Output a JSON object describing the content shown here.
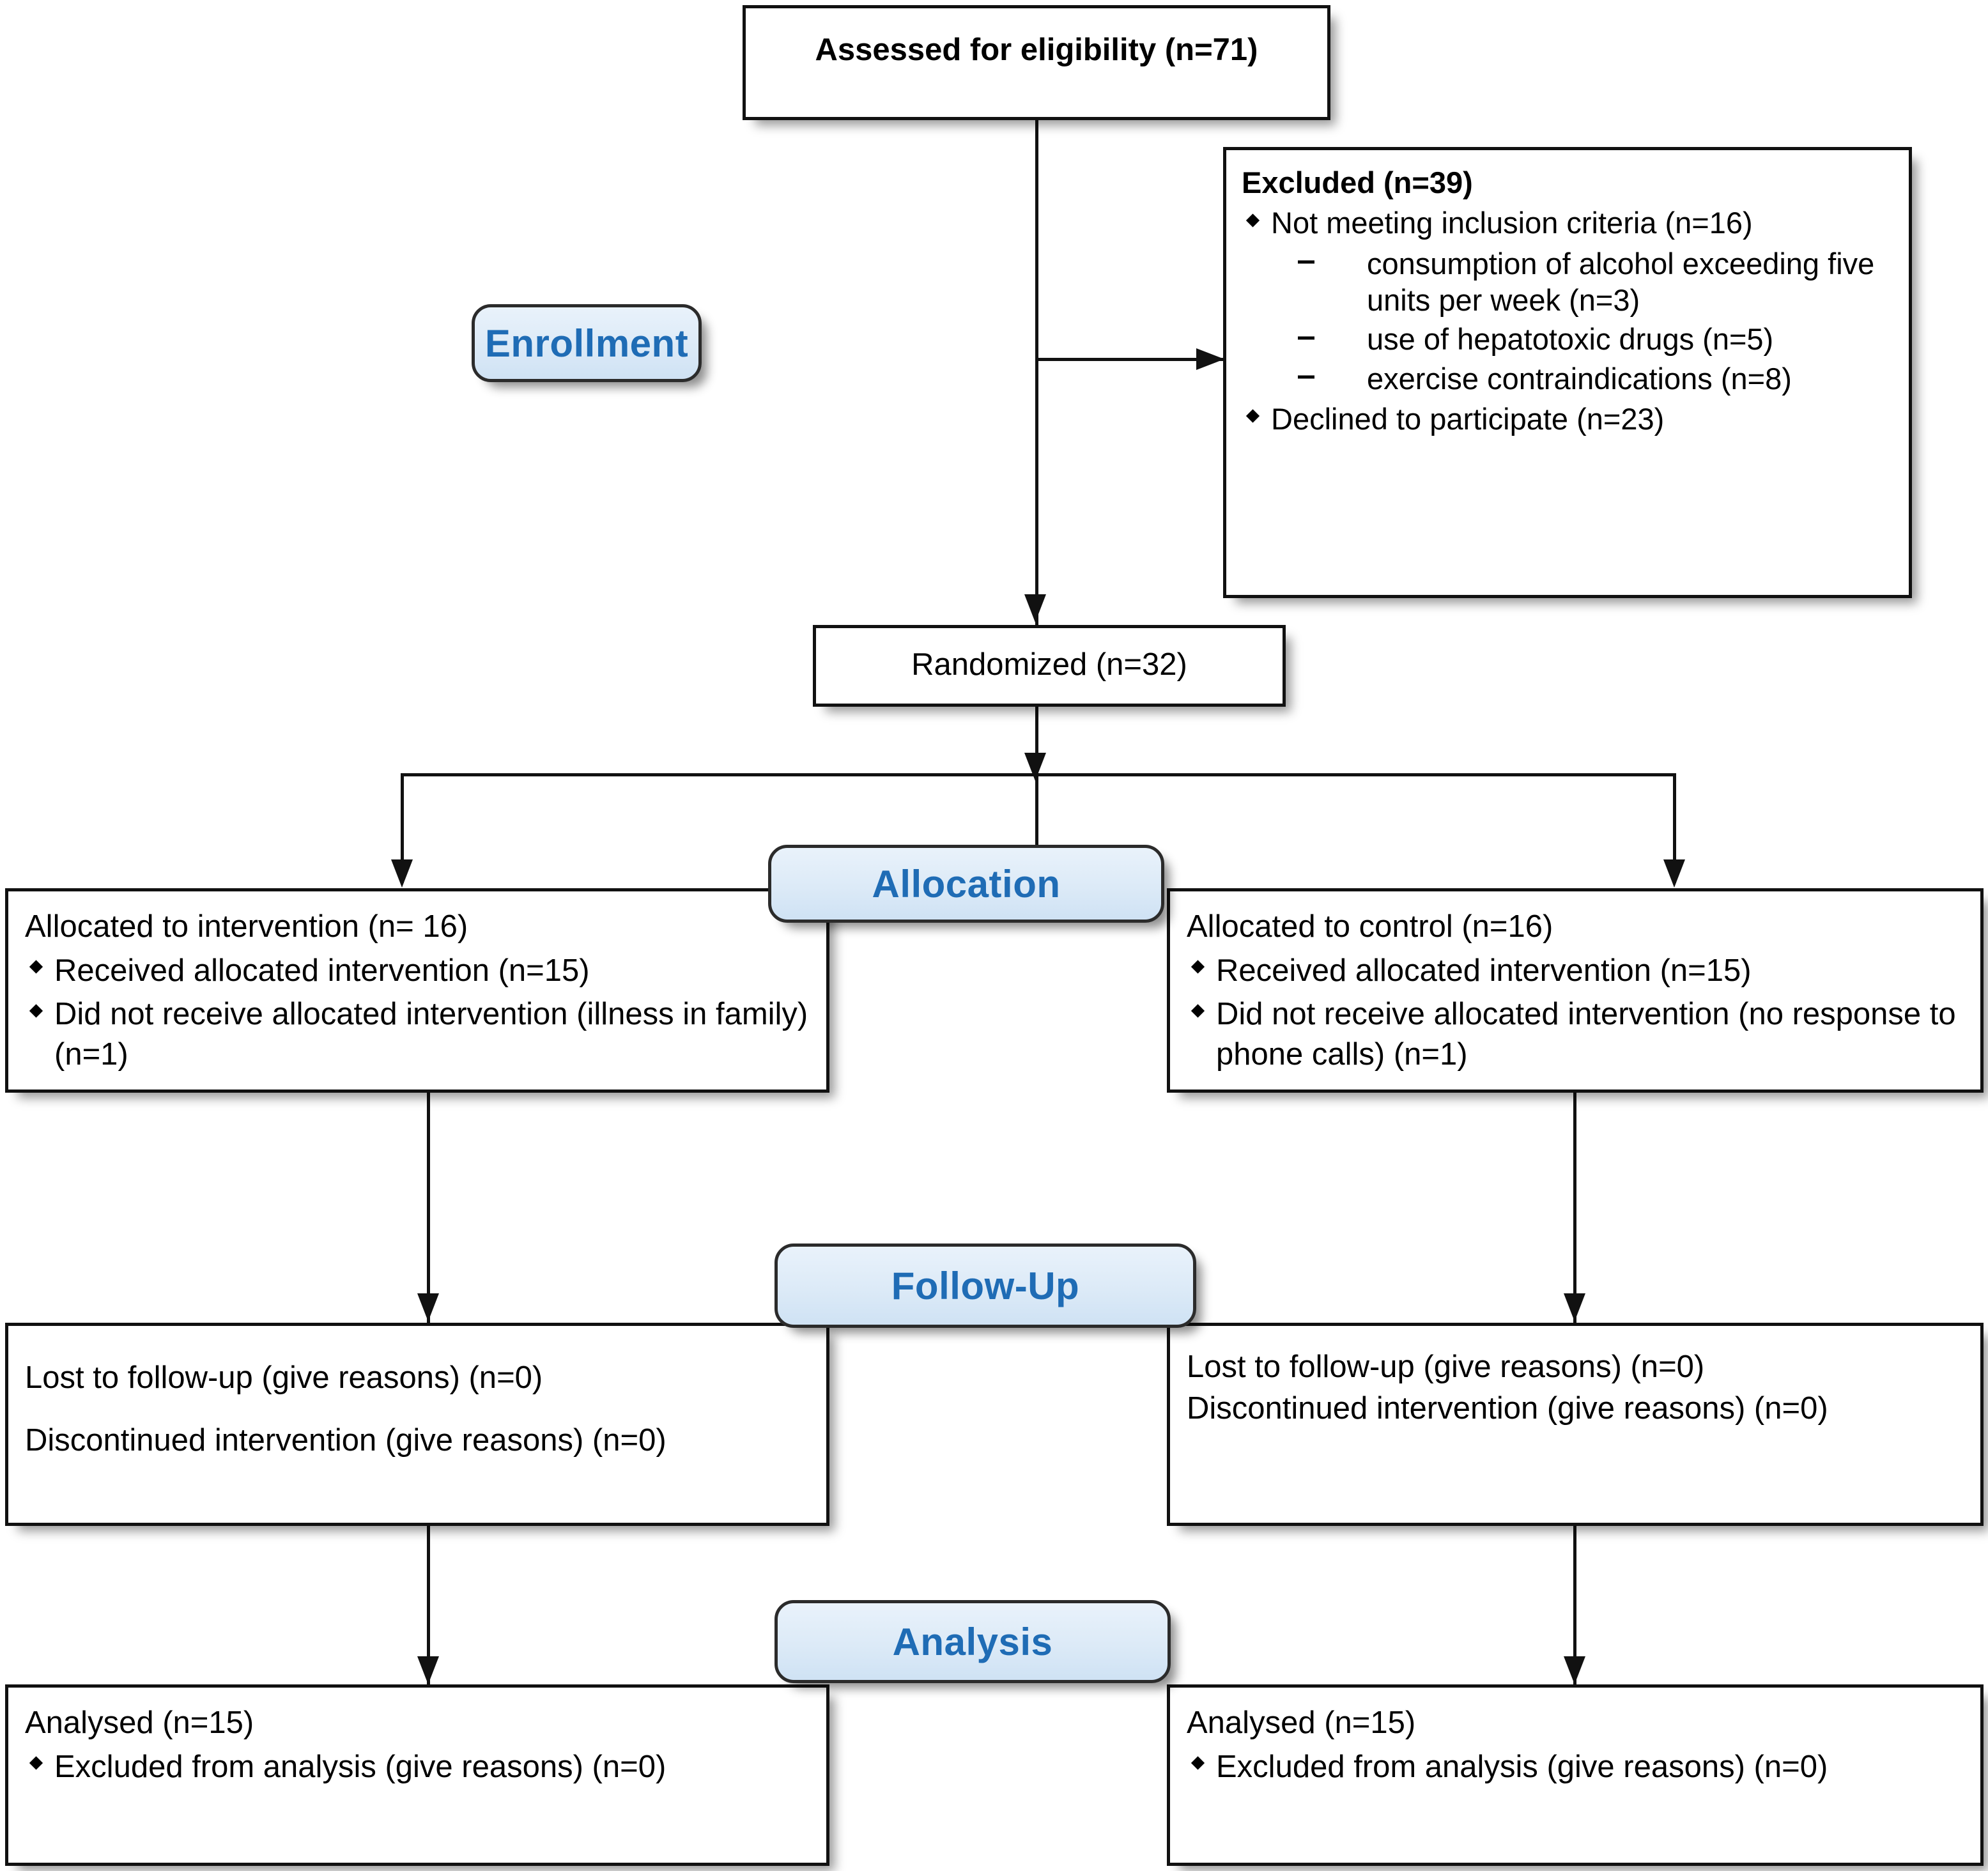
{
  "diagram": {
    "title": "CONSORT participant flow diagram",
    "accent_color": "#1f6cb5",
    "badge_fill": "#dceaf7",
    "line_color": "#111111"
  },
  "stages": {
    "enrollment": "Enrollment",
    "allocation": "Allocation",
    "followup": "Follow-Up",
    "analysis": "Analysis"
  },
  "enrollment": {
    "assessed": "Assessed  for eligibility (n=71)",
    "excluded_title": "Excluded (n=39)",
    "excluded_reasons": [
      "Not meeting inclusion criteria (n=16)",
      "Declined to participate (n=23)"
    ],
    "excluded_sub_reasons": [
      "consumption of alcohol exceeding five units per week (n=3)",
      "use of hepatotoxic drugs (n=5)",
      "exercise contraindications (n=8)"
    ],
    "randomized": "Randomized (n=32)"
  },
  "allocation": {
    "left": {
      "heading": "Allocated to intervention (n= 16)",
      "items": [
        "Received  allocated intervention (n=15)",
        "Did not receive allocated intervention (illness in family) (n=1)"
      ]
    },
    "right": {
      "heading": "Allocated to control (n=16)",
      "items": [
        "Received  allocated intervention (n=15)",
        "Did not receive allocated intervention (no response to phone calls) (n=1)"
      ]
    }
  },
  "followup": {
    "left": {
      "lost": "Lost to follow-up (give reasons) (n=0)",
      "discontinued": "Discontinued intervention (give reasons) (n=0)"
    },
    "right": {
      "lost": "Lost to follow-up (give reasons) (n=0)",
      "discontinued": "Discontinued intervention (give reasons) (n=0)"
    }
  },
  "analysis": {
    "left": {
      "heading": "Analysed (n=15)",
      "items": [
        "Excluded from analysis (give reasons) (n=0)"
      ]
    },
    "right": {
      "heading": "Analysed (n=15)",
      "items": [
        "Excluded from analysis (give reasons) (n=0)"
      ]
    }
  }
}
